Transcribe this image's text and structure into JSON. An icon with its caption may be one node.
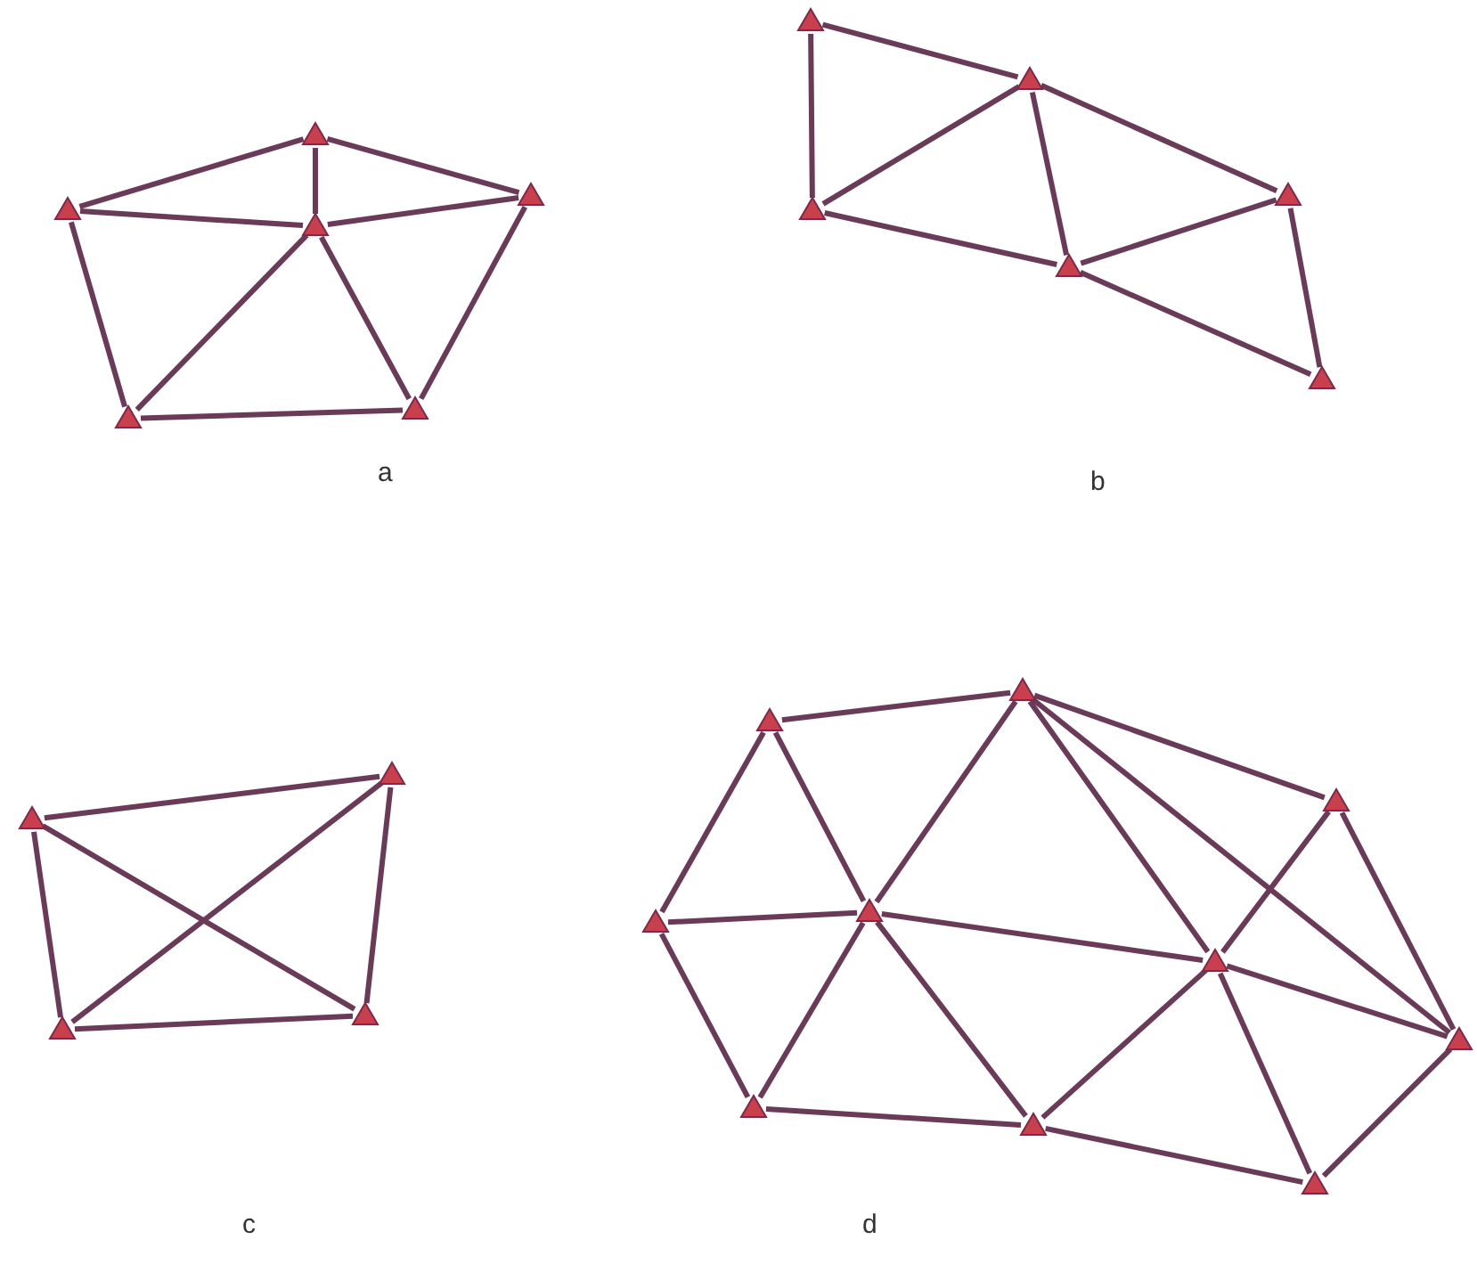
{
  "diagram": {
    "nodes": [
      {
        "text": [],
        "shape": "triangle"
      },
      {
        "text": [],
        "shape": "triangle"
      },
      {
        "text": [],
        "shape": "triangle"
      },
      {
        "text": [],
        "shape": "triangle"
      },
      {
        "text": [],
        "shape": "triangle"
      },
      {
        "text": [],
        "shape": "triangle"
      },
      {
        "text": [],
        "shape": "triangle"
      },
      {
        "text": [],
        "shape": "triangle"
      },
      {
        "text": [],
        "shape": "triangle"
      },
      {
        "text": [],
        "shape": "triangle"
      },
      {
        "text": [],
        "shape": "triangle"
      },
      {
        "text": [],
        "shape": "triangle"
      },
      {
        "text": [],
        "shape": "triangle"
      },
      {
        "text": [],
        "shape": "triangle"
      },
      {
        "text": [],
        "shape": "triangle"
      },
      {
        "text": [],
        "shape": "triangle"
      },
      {
        "text": [],
        "shape": "triangle"
      },
      {
        "text": [],
        "shape": "triangle"
      },
      {
        "text": [],
        "shape": "triangle"
      },
      {
        "text": [],
        "shape": "triangle"
      },
      {
        "text": [],
        "shape": "triangle"
      },
      {
        "text": [],
        "shape": "triangle"
      },
      {
        "text": [],
        "shape": "triangle"
      },
      {
        "text": [],
        "shape": "triangle"
      },
      {
        "text": [],
        "shape": "triangle"
      },
      {
        "text": [],
        "shape": "triangle"
      }
    ],
    "edges": [
      {
        "from": 0,
        "to": 1,
        "arrow": "none"
      },
      {
        "from": 0,
        "to": 2,
        "arrow": "none"
      },
      {
        "from": 0,
        "to": 3,
        "arrow": "none"
      },
      {
        "from": 1,
        "to": 2,
        "arrow": "none"
      },
      {
        "from": 2,
        "to": 3,
        "arrow": "none"
      },
      {
        "from": 1,
        "to": 4,
        "arrow": "none"
      },
      {
        "from": 2,
        "to": 4,
        "arrow": "none"
      },
      {
        "from": 2,
        "to": 5,
        "arrow": "none"
      },
      {
        "from": 3,
        "to": 5,
        "arrow": "none"
      },
      {
        "from": 4,
        "to": 5,
        "arrow": "none"
      },
      {
        "from": 6,
        "to": 7,
        "arrow": "none"
      },
      {
        "from": 6,
        "to": 8,
        "arrow": "none"
      },
      {
        "from": 7,
        "to": 8,
        "arrow": "none"
      },
      {
        "from": 7,
        "to": 10,
        "arrow": "none"
      },
      {
        "from": 7,
        "to": 9,
        "arrow": "none"
      },
      {
        "from": 8,
        "to": 10,
        "arrow": "none"
      },
      {
        "from": 10,
        "to": 9,
        "arrow": "none"
      },
      {
        "from": 9,
        "to": 11,
        "arrow": "none"
      },
      {
        "from": 10,
        "to": 11,
        "arrow": "none"
      },
      {
        "from": 12,
        "to": 13,
        "arrow": "none"
      },
      {
        "from": 12,
        "to": 14,
        "arrow": "none"
      },
      {
        "from": 12,
        "to": 15,
        "arrow": "none"
      },
      {
        "from": 13,
        "to": 14,
        "arrow": "none"
      },
      {
        "from": 13,
        "to": 15,
        "arrow": "none"
      },
      {
        "from": 14,
        "to": 15,
        "arrow": "none"
      },
      {
        "from": 16,
        "to": 17,
        "arrow": "none"
      },
      {
        "from": 16,
        "to": 19,
        "arrow": "none"
      },
      {
        "from": 16,
        "to": 20,
        "arrow": "none"
      },
      {
        "from": 17,
        "to": 20,
        "arrow": "none"
      },
      {
        "from": 17,
        "to": 21,
        "arrow": "none"
      },
      {
        "from": 17,
        "to": 18,
        "arrow": "none"
      },
      {
        "from": 17,
        "to": 22,
        "arrow": "none"
      },
      {
        "from": 19,
        "to": 20,
        "arrow": "none"
      },
      {
        "from": 20,
        "to": 21,
        "arrow": "none"
      },
      {
        "from": 18,
        "to": 21,
        "arrow": "none"
      },
      {
        "from": 18,
        "to": 22,
        "arrow": "none"
      },
      {
        "from": 21,
        "to": 22,
        "arrow": "none"
      },
      {
        "from": 19,
        "to": 23,
        "arrow": "none"
      },
      {
        "from": 20,
        "to": 23,
        "arrow": "none"
      },
      {
        "from": 20,
        "to": 24,
        "arrow": "none"
      },
      {
        "from": 23,
        "to": 24,
        "arrow": "none"
      },
      {
        "from": 21,
        "to": 24,
        "arrow": "none"
      },
      {
        "from": 21,
        "to": 25,
        "arrow": "none"
      },
      {
        "from": 24,
        "to": 25,
        "arrow": "none"
      },
      {
        "from": 22,
        "to": 25,
        "arrow": "none"
      }
    ],
    "labels": [
      "a",
      "b",
      "c",
      "d"
    ]
  }
}
